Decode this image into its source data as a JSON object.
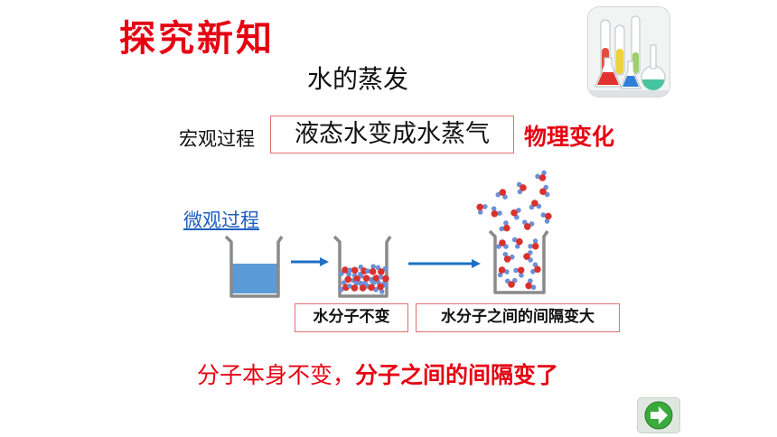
{
  "title": "探究新知",
  "subtitle": "水的蒸发",
  "macro": {
    "label": "宏观过程",
    "description": "液态水变成水蒸气",
    "type": "物理变化"
  },
  "micro": {
    "label": "微观过程",
    "box1": "水分子不变",
    "box2": "水分子之间的间隔变大"
  },
  "conclusion": {
    "part1": "分子本身不变，",
    "part2": "分子之间的间隔变了"
  },
  "colors": {
    "accent": "#e60012",
    "link": "#1f5fbf",
    "arrow": "#1f6fc4",
    "water": "#5b9bd5",
    "oxygen": "#d9322e",
    "hydrogen": "#6e8fd6"
  },
  "icons": {
    "flask": "lab-glassware-icon",
    "next": "next-arrow-icon"
  }
}
